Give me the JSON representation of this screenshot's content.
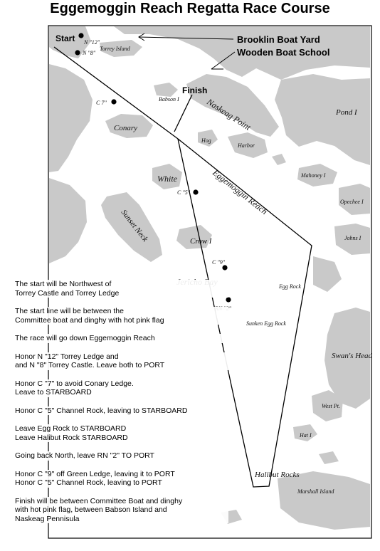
{
  "title": "Eggemoggin Reach Regatta Race Course",
  "annotations": {
    "start": "Start",
    "finish": "Finish",
    "boat_yard": "Brooklin Boat Yard",
    "boat_school": "Wooden Boat School"
  },
  "places": {
    "torrey_island": "Torrey Island",
    "babson_i": "Babson I",
    "naskeag_point": "Naskeag Point",
    "pond_i": "Pond I",
    "conary": "Conary",
    "hog": "Hog",
    "harbor": "Harbor",
    "white": "White",
    "mahoney_i": "Mahoney I",
    "eggemoggin_reach": "Eggemoggin Reach",
    "opechee_i": "Opechee I",
    "sunset_neck": "Sunset Neck",
    "crow_i": "Crow I",
    "johns_i": "Johns I",
    "jericho_bay": "Jericho Bay",
    "egg_rock": "Egg Rock",
    "sunken_egg_rock": "Sunken Egg Rock",
    "swans_head": "Swan's Head",
    "west_pt": "West Pt.",
    "hat_i": "Hat I",
    "halibut_rocks": "Halibut Rocks",
    "marshall_island": "Marshall Island"
  },
  "buoys": {
    "n12": "N \"12\"",
    "n8": "N \"8\"",
    "c7": "C 7\"",
    "c5": "C \"5\"",
    "c9": "C \"9\"",
    "rn2": "RN \"2\""
  },
  "instructions": [
    [
      "The start will be Northwest of",
      "Torrey Castle and Torrey Ledge"
    ],
    [
      "The start line will be between the",
      " Committee boat and dinghy with hot pink flag"
    ],
    [
      "The race will go down Eggemoggin Reach"
    ],
    [
      "Honor N \"12\" Torrey Ledge and",
      "and N \"8\" Torrey Castle. Leave both to PORT"
    ],
    [
      "Honor C \"7\" to avoid Conary Ledge.",
      "Leave to STARBOARD"
    ],
    [
      "Honor C \"5\" Channel Rock, leaving to STARBOARD"
    ],
    [
      "Leave Egg Rock to STARBOARD",
      "Leave Halibut Rock STARBOARD"
    ],
    [
      "Going back North, leave RN \"2\" TO PORT"
    ],
    [
      "Honor C \"9\" off Green Ledge, leaving it to PORT",
      "Honor C \"5\" Channel Rock, leaving to PORT"
    ],
    [
      "Finish will be between Committee Boat and dinghy",
      "with  hot pink flag, between Babson Island and",
      "Naskeag Pennisula"
    ]
  ],
  "colors": {
    "land": "#c9c9c9",
    "water": "#ffffff",
    "course_line": "#000000"
  }
}
